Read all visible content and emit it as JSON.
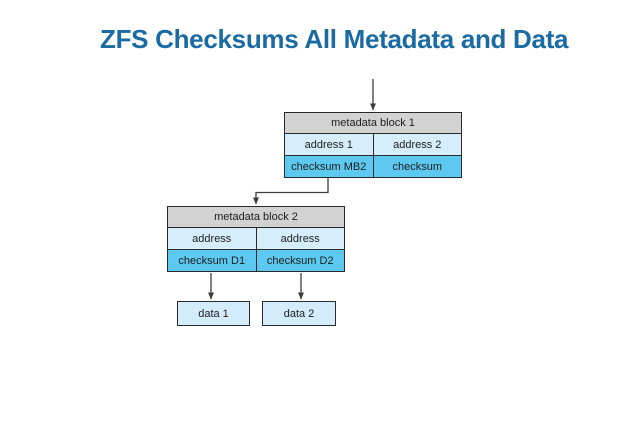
{
  "colors": {
    "title": "#1a6ba3",
    "header_fill": "#d2d2d2",
    "address_fill": "#d6eefb",
    "checksum_fill": "#5ec9f0",
    "data_fill": "#d2ecfb",
    "border": "#2a2a2a",
    "arrow": "#3d3d3d"
  },
  "slide": {
    "title": "ZFS Checksums All Metadata and Data"
  },
  "diagram": {
    "metadata_block_1": {
      "header": "metadata block 1",
      "address_cells": [
        "address 1",
        "address 2"
      ],
      "checksum_cells": [
        "checksum MB2",
        "checksum"
      ]
    },
    "metadata_block_2": {
      "header": "metadata block 2",
      "address_cells": [
        "address",
        "address"
      ],
      "checksum_cells": [
        "checksum D1",
        "checksum D2"
      ]
    },
    "data_blocks": [
      "data 1",
      "data 2"
    ]
  }
}
